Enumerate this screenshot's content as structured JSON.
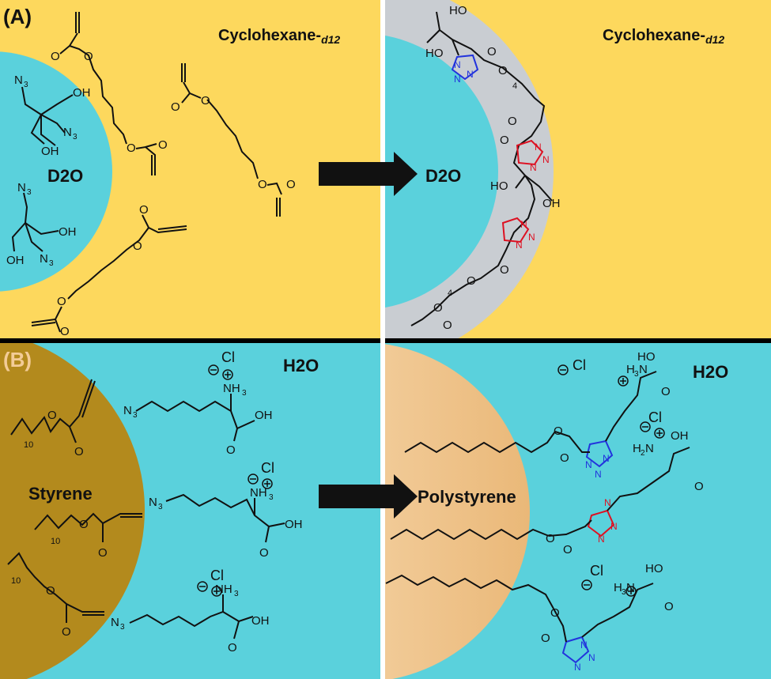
{
  "panel_a": {
    "tag": "(A)",
    "solvent_left": "Cyclohexane-",
    "solvent_left_sub": "d12",
    "solvent_right": "Cyclohexane-",
    "solvent_right_sub": "d12",
    "core_left": "D2O",
    "core_right": "D2O",
    "colors": {
      "background": "#fdd85d",
      "droplet": "#5ad1dc",
      "shell": "#c9cdd2"
    }
  },
  "panel_b": {
    "tag": "(B)",
    "water_left": "H2O",
    "water_right": "H2O",
    "core_left": "Styrene",
    "core_right": "Polystyrene",
    "ion_label": "Cl",
    "colors": {
      "background": "#5ad1dc",
      "styrene": "#b38a1d",
      "polystyrene": "#f3cc97"
    }
  },
  "triazole_colors": {
    "blue": "#2233dd",
    "red": "#dd1122"
  }
}
